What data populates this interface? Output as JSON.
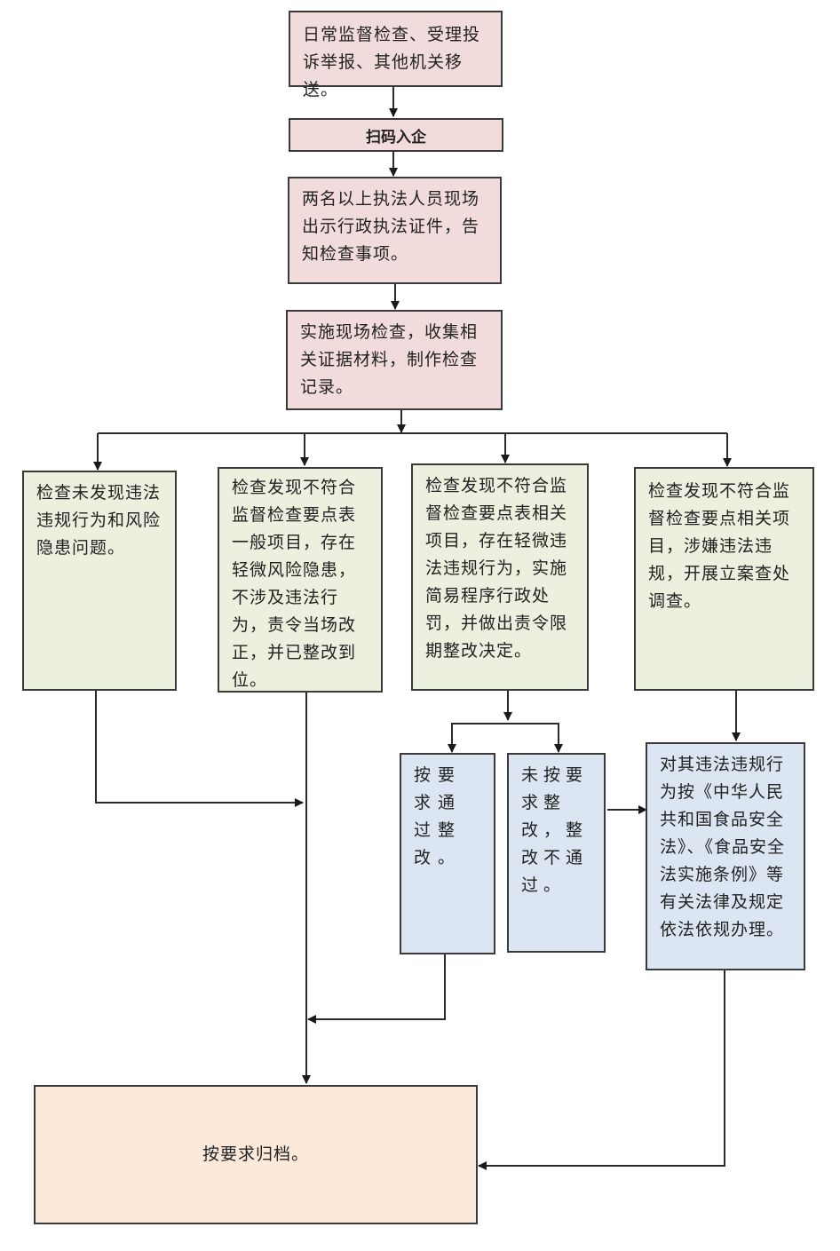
{
  "title": "日常监督检查流程图",
  "colors": {
    "start_fill": "#F2DCDB",
    "branch_fill": "#EBF1DE",
    "outcome_fill": "#DCE6F2",
    "end_fill": "#FDE9D9",
    "line": "#2a2a2a"
  },
  "steps": {
    "source": "日常监督检查、受理投诉举报、其他机关移送。",
    "scan": "扫码入企",
    "present_id": "两名以上执法人员现场出示行政执法证件，告知检查事项。",
    "inspect": "实施现场检查，收集相关证据材料，制作检查记录。"
  },
  "branches": [
    {
      "id": "no_violation",
      "text": "检查未发现违法违规行为和风险隐患问题。"
    },
    {
      "id": "minor_risk",
      "text": "检查发现不符合监督检查要点表一般项目，存在轻微风险隐患，不涉及违法行为，责令当场改正，并已整改到位。"
    },
    {
      "id": "minor_violation",
      "text": "检查发现不符合监督检查要点表相关项目，存在轻微违法违规行为，实施简易程序行政处罚，并做出责令限期整改决定。"
    },
    {
      "id": "suspected_violation",
      "text": "检查发现不符合监督检查要点相关项目，涉嫌违法违规，开展立案查处调查。"
    }
  ],
  "outcomes": {
    "rectified": "按要求通过整改。",
    "not_rectified": "未按要求整改，整改不通过。",
    "legal_action": "对其违法违规行为按《中华人民共和国食品安全法》、《食品安全法实施条例》等有关法律及规定依法依规办理。"
  },
  "end": "按要求归档。"
}
